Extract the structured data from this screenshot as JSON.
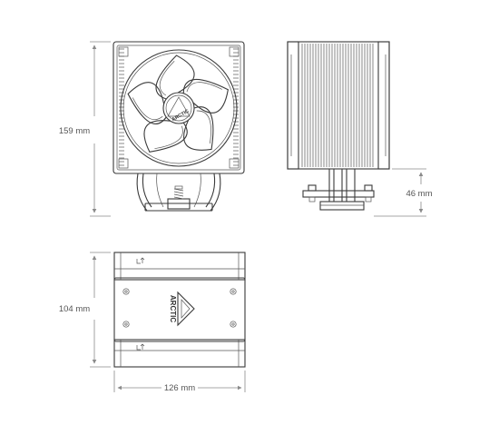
{
  "brand": {
    "logo_text": "ARCTIC"
  },
  "dimensions": {
    "height": "159 mm",
    "mount_height": "46 mm",
    "depth": "104 mm",
    "width": "126 mm"
  },
  "colors": {
    "line": "#3a3a3a",
    "dimension": "#8a8a8a",
    "background": "#ffffff"
  }
}
